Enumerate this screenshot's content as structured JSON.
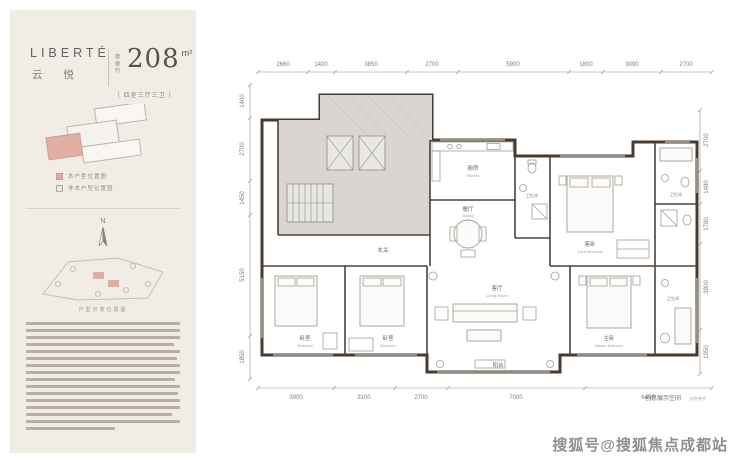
{
  "watermark": {
    "text": "搜狐号@搜狐焦点成都站"
  },
  "sidebar": {
    "brand": "LIBERTÉ",
    "brand_cn": "云 悦",
    "area_prefix": "建面约",
    "area_value": "208",
    "area_unit": "m²",
    "layout_label": "（ 四室三厅三卫 ）",
    "legend": [
      {
        "label": "本户型位置图"
      },
      {
        "label": "非本户型位置图"
      }
    ],
    "compass_label": "N",
    "siteplan_caption": "户型示意位置图",
    "disclaimer_line_count": 16
  },
  "plan": {
    "dims": {
      "top": [
        "2660",
        "1400",
        "3850",
        "2700",
        "5900",
        "1800",
        "3090",
        "2700"
      ],
      "left": [
        "1400",
        "2700",
        "1450",
        "5150",
        "1850"
      ],
      "right": [
        "2700",
        "1480",
        "1780",
        "3800",
        "1950"
      ],
      "bottom": [
        "3900",
        "3100",
        "2700",
        "7000",
        "6450"
      ]
    },
    "rooms": {
      "entry": "玄关",
      "kitchen": "厨房",
      "kitchen_en": "Kitchen",
      "dining": "餐厅",
      "dining_en": "Dining",
      "living": "客厅",
      "living_en": "Living Room",
      "guest": "客卧",
      "guest_en": "Guest Bedroom",
      "master": "主卧",
      "master_en": "Master Bedroom",
      "bedroom2": "卧室",
      "bedroom2_en": "Bedroom",
      "bedroom3": "卧室",
      "bedroom3_en": "Bedroom",
      "balcony": "阳台",
      "bath1": "卫生间",
      "bath2": "卫生间",
      "bath3": "卫生间"
    },
    "note": {
      "main": "创意展示空间",
      "sub": "仅供参考"
    }
  }
}
